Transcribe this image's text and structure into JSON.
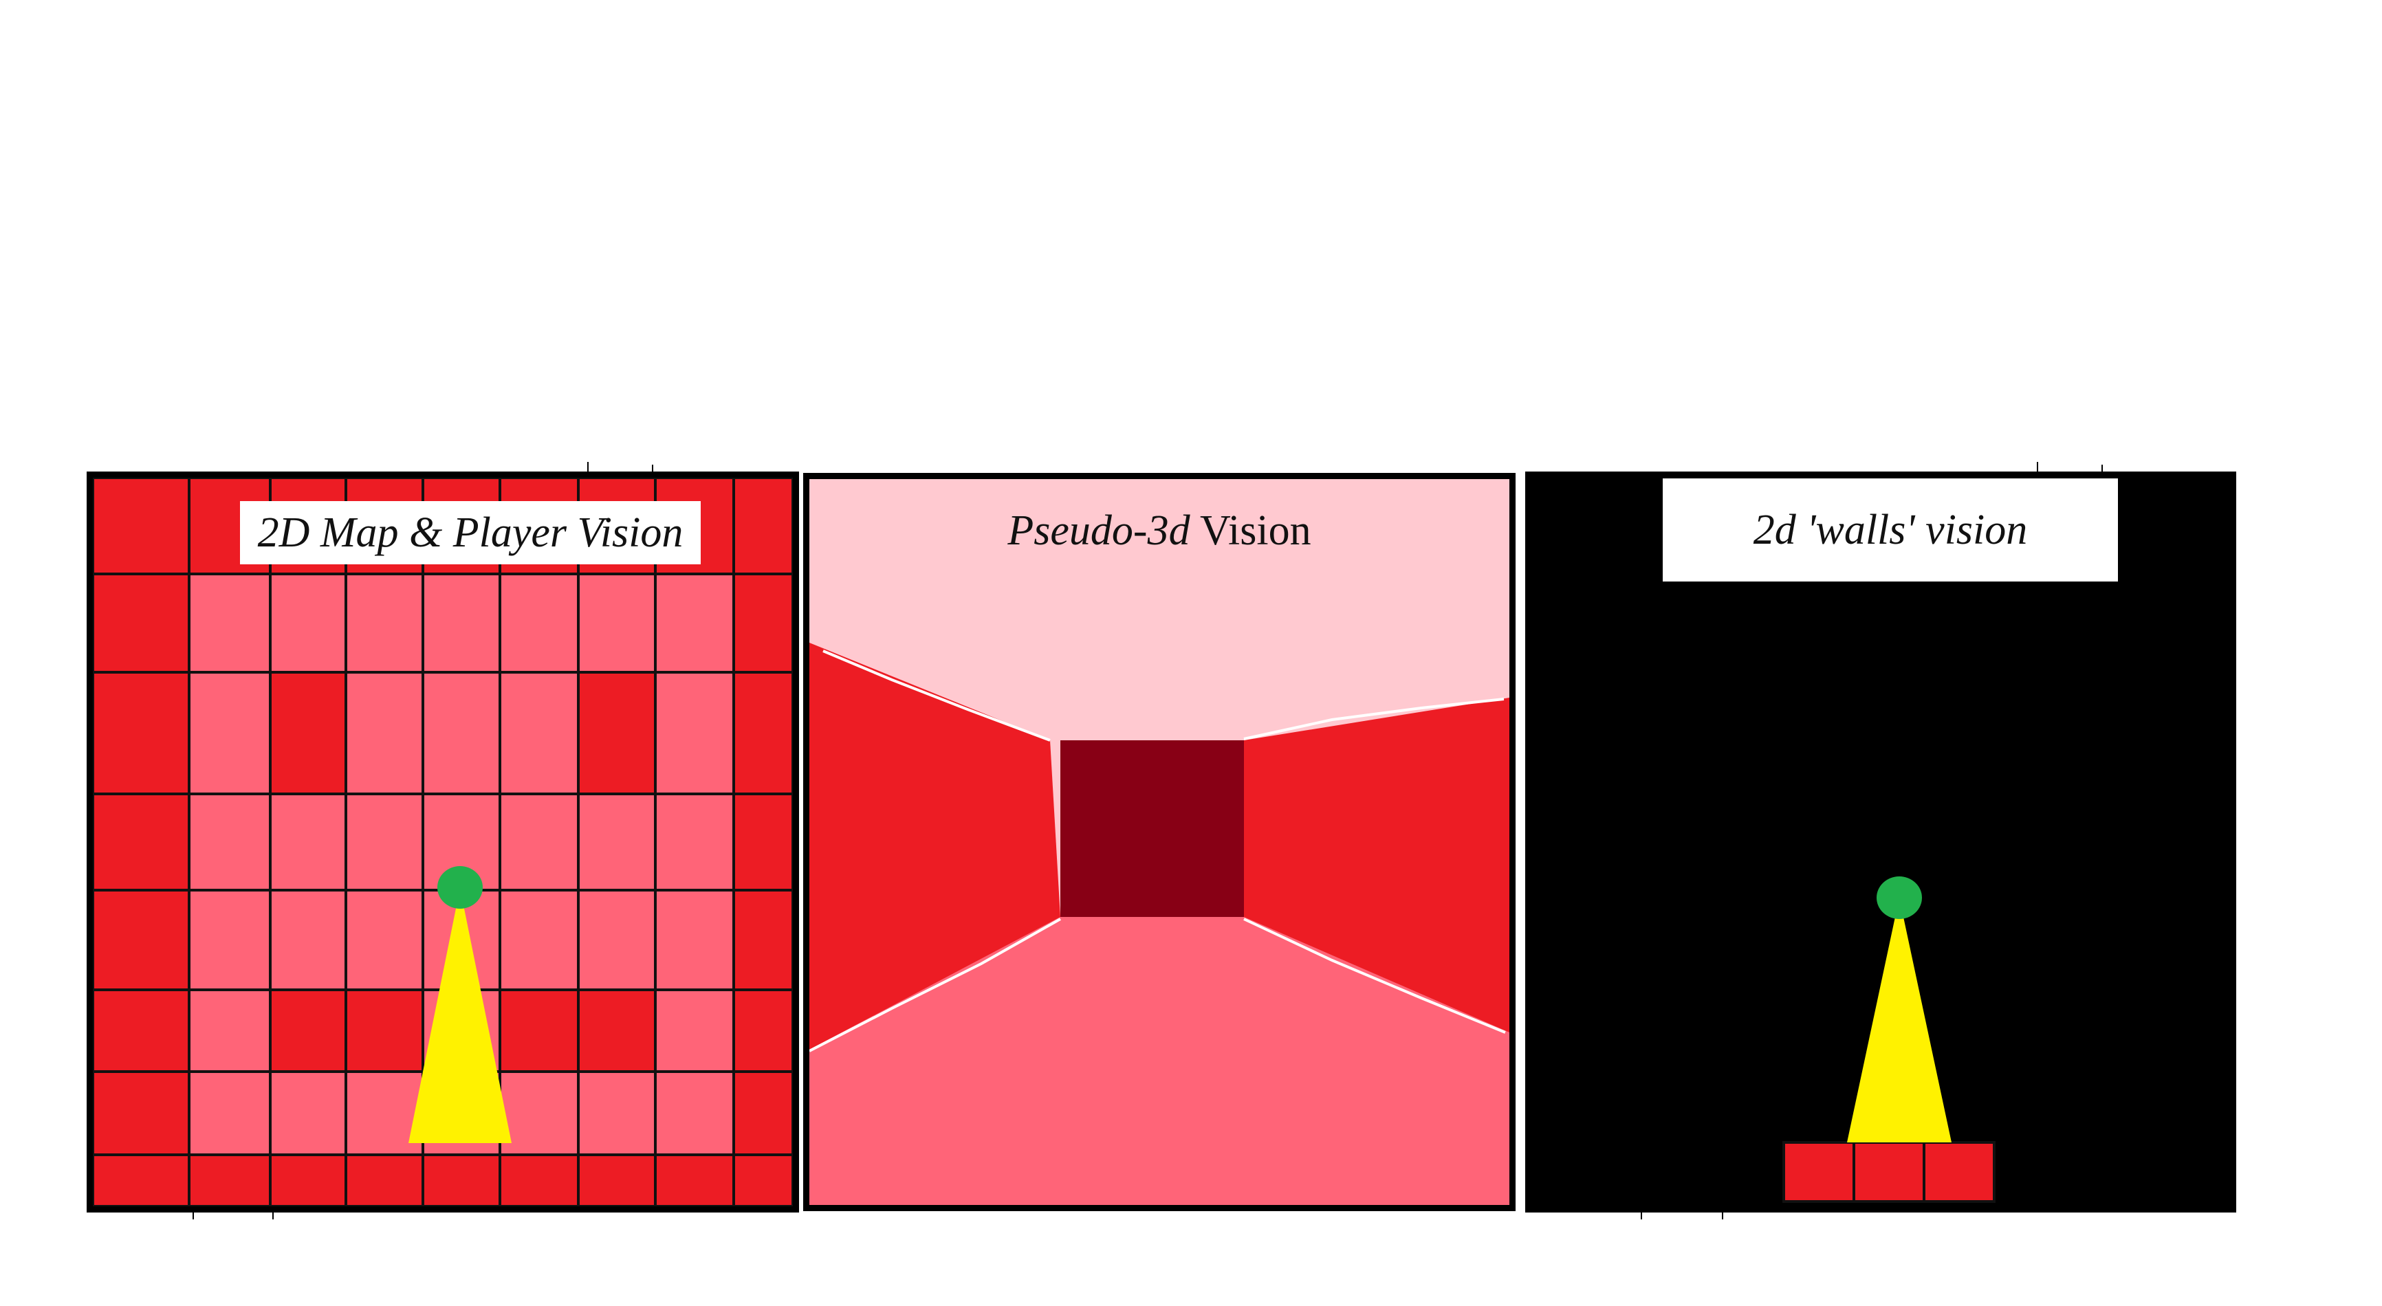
{
  "panels": {
    "map": {
      "title": "2D Map & Player Vision",
      "colors": {
        "wall": "#ed1c24",
        "floor": "#ff6478",
        "grid": "#111111"
      },
      "grid": [
        [
          1,
          1,
          1,
          1,
          1,
          1,
          1,
          1,
          1
        ],
        [
          1,
          0,
          0,
          0,
          0,
          0,
          0,
          0,
          1
        ],
        [
          1,
          0,
          1,
          0,
          0,
          0,
          1,
          0,
          1
        ],
        [
          1,
          0,
          0,
          0,
          0,
          0,
          0,
          0,
          1
        ],
        [
          1,
          0,
          0,
          0,
          0,
          0,
          0,
          0,
          1
        ],
        [
          1,
          0,
          1,
          1,
          0,
          1,
          1,
          0,
          1
        ],
        [
          1,
          0,
          0,
          0,
          0,
          0,
          0,
          0,
          1
        ],
        [
          1,
          1,
          1,
          1,
          1,
          1,
          1,
          1,
          1
        ]
      ]
    },
    "pseudo3d": {
      "title_italic": "Pseudo-3d",
      "title_plain": " Vision",
      "colors": {
        "ceiling": "#ffc9d0",
        "floor": "#ff6478",
        "side_wall": "#ed1c24",
        "back_wall": "#880015"
      }
    },
    "walls2d": {
      "title": "2d 'walls' vision",
      "colors": {
        "background": "#000000",
        "wall": "#ed1c24"
      },
      "visible_wall_cells": 3
    }
  },
  "player": {
    "color": "#22b14c",
    "vision_color": "#fff200"
  }
}
